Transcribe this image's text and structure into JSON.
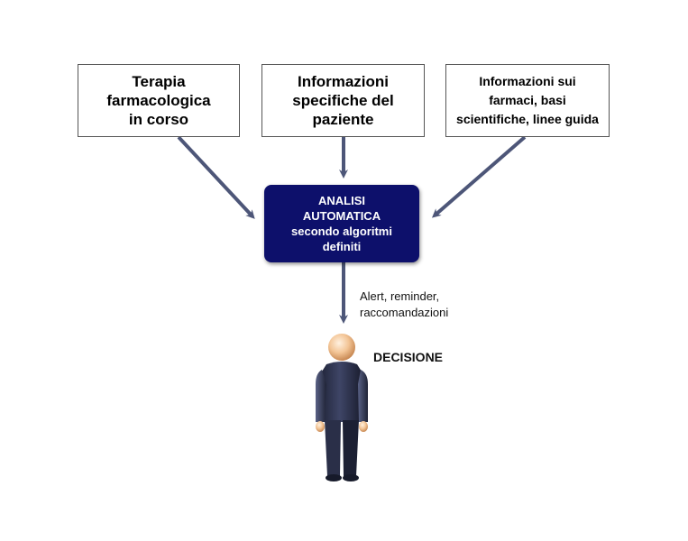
{
  "inputs": {
    "terapia": "Terapia\nfarmacologica\nin corso",
    "paziente": "Informazioni\nspecifiche del\npaziente",
    "farmaci": "Informazioni sui\nfarmaci, basi\nscientifiche, linee guida"
  },
  "analysis": "ANALISI\nAUTOMATICA\nsecondo algoritmi\ndefiniti",
  "output_label": "Alert, reminder,\nraccomandazioni",
  "decision": "DECISIONE",
  "colors": {
    "analysis_bg": "#0d106b",
    "arrow": "#4d5678",
    "box_border": "#555555"
  },
  "icons": {
    "person": "person-icon"
  }
}
